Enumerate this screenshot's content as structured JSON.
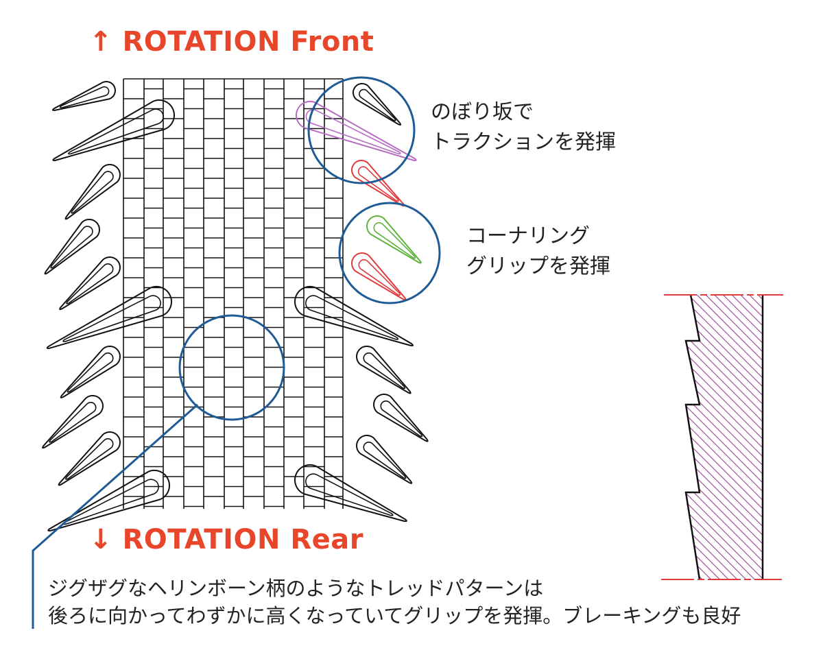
{
  "headings": {
    "front": "↑ ROTATION Front",
    "rear": "↓ ROTATION Rear"
  },
  "callouts": {
    "traction": {
      "line1": "のぼり坂で",
      "line2": "トラクションを発揮"
    },
    "cornering": {
      "line1": "コーナリング",
      "line2": "グリップを発揮"
    }
  },
  "caption": {
    "line1": "ジグザグなヘリンボーン柄のようなトレッドパターンは",
    "line2": "後ろに向かってわずかに高くなっていてグリップを発揮。ブレーキングも良好"
  },
  "colors": {
    "heading": "#e8462a",
    "outline": "#111111",
    "callout_circle": "#1d5a96",
    "uphill_lug": "#b76cc4",
    "cornering_lug": "#5cb23a",
    "brake_lug": "#e03a3a",
    "profile_hatch": "#9c3f97",
    "guide_line": "#e03a3a"
  }
}
